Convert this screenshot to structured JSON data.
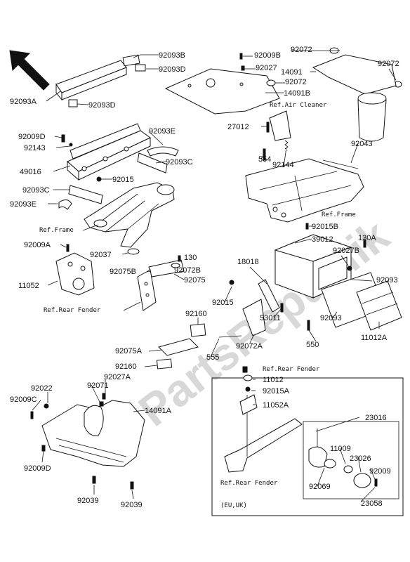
{
  "watermark": "PartsRepublik",
  "labels": {
    "n92093B": "92093B",
    "n92093D_top": "92093D",
    "n92093A": "92093A",
    "n92093D": "92093D",
    "n92009D": "92009D",
    "n92143": "92143",
    "n92093E": "92093E",
    "n49016": "49016",
    "n92093C_r": "92093C",
    "n92015": "92015",
    "n92093C_l": "92093C",
    "n92093E_l": "92093E",
    "n92009A": "92009A",
    "n11052": "11052",
    "n92037": "92037",
    "n130": "130",
    "n92075B": "92075B",
    "n92072B": "92072B",
    "n92075": "92075",
    "n92160_a": "92160",
    "n92075A": "92075A",
    "n92160_b": "92160",
    "n92027A": "92027A",
    "n92022": "92022",
    "n92071": "92071",
    "n92009C": "92009C",
    "n14091A": "14091A",
    "n92009D_b": "92009D",
    "n92039_a": "92039",
    "n92039_b": "92039",
    "n92009B": "92009B",
    "n92072_top": "92072",
    "n92027": "92027",
    "n92072_mid": "92072",
    "n14091": "14091",
    "n92072_r": "92072",
    "n14091B": "14091B",
    "n27012": "27012",
    "n554": "554",
    "n92144": "92144",
    "n92043": "92043",
    "n92015B": "92015B",
    "n39012": "39012",
    "n92027B": "92027B",
    "n130A": "130A",
    "n18018": "18018",
    "n92093_r": "92093",
    "n92015_b": "92015",
    "n53011": "53011",
    "n92093_b": "92093",
    "n11012A": "11012A",
    "n555": "555",
    "n92072A": "92072A",
    "n550": "550",
    "n11012": "11012",
    "n92015A": "92015A",
    "n11052A": "11052A",
    "n23016": "23016",
    "n11009": "11009",
    "n23026": "23026",
    "n92009_b": "92009",
    "n92069": "92069",
    "n23058": "23058"
  },
  "refs": {
    "frame_left": "Ref.Frame",
    "rear_fender_left": "Ref.Rear Fender",
    "air_cleaner": "Ref.Air Cleaner",
    "frame_right": "Ref.Frame",
    "rear_fender_inset_top": "Ref.Rear Fender",
    "rear_fender_inset_bottom": "Ref.Rear Fender",
    "region": "(EU,UK)"
  },
  "icons": {
    "orientation_arrow": "front-direction-arrow-icon"
  }
}
